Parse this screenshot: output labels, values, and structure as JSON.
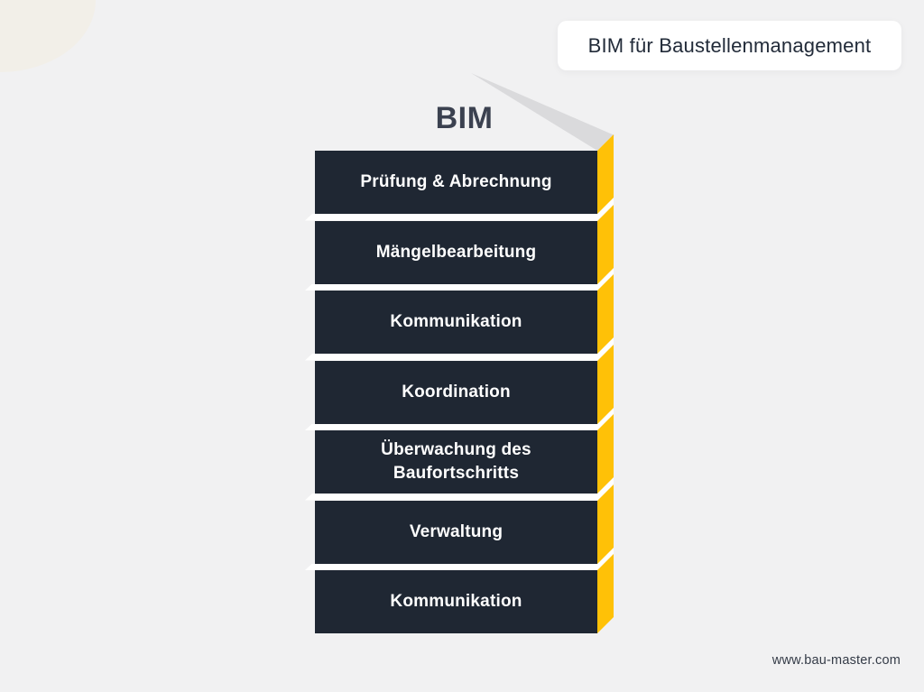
{
  "badge": {
    "label": "BIM für Baustellenmanagement"
  },
  "diagram": {
    "title": "BIM",
    "layers": [
      {
        "label": "Prüfung & Abrechnung"
      },
      {
        "label": "Mängelbearbeitung"
      },
      {
        "label": "Kommunikation"
      },
      {
        "label": "Koordination"
      },
      {
        "label": "Überwachung des\nBaufortschritts"
      },
      {
        "label": "Verwaltung"
      },
      {
        "label": "Kommunikation"
      }
    ],
    "colors": {
      "background": "#f1f1f2",
      "layer_face": "#1f2733",
      "spine_edge": "#ffc107",
      "label_text": "#ffffff",
      "fold_shadow": "#dadadc"
    }
  },
  "footer": {
    "website": "www.bau-master.com"
  }
}
